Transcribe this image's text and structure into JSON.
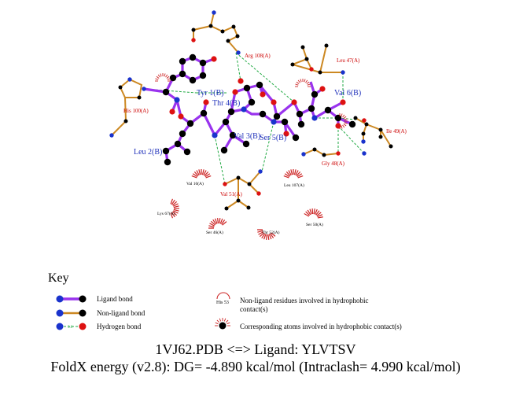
{
  "ligand_labels": {
    "tyr1": "Tyr 1(B)",
    "thr4": "Thr 4(B)",
    "val6": "Val 6(B)",
    "leu2": "Leu 2(B)",
    "val3": "Val 3(B)",
    "ser5": "Ser 5(B)"
  },
  "receptor_labels": {
    "arg108": "Arg 108(A)",
    "leu47": "Leu 47(A)",
    "his100": "His 100(A)",
    "ile49": "Ile 49(A)",
    "gly48": "Gly 48(A)",
    "val51": "Val 51(A)"
  },
  "hydrophobic_labels": {
    "val10": "Val 10(A)",
    "leu107": "Leu 107(A)",
    "lys67": "Lys 67(A)",
    "ser46": "Ser 46(A)",
    "thr52": "Thr 52(A)",
    "ser50": "Ser 50(A)"
  },
  "key": {
    "title": "Key",
    "ligand_bond": "Ligand bond",
    "nonligand_bond": "Non-ligand bond",
    "hbond": "Hydrogen bond",
    "hbond_distance": "3.0",
    "hydrophobic_residue_example": "His 53",
    "hydrophobic_residues_line1": "Non-ligand residues involved in hydrophobic",
    "hydrophobic_residues_line2": "contact(s)",
    "hydrophobic_atoms": "Corresponding atoms involved in hydrophobic contact(s)"
  },
  "footer": {
    "line1": "1VJ62.PDB <=> Ligand: YLVTSV",
    "line2": "FoldX energy (v2.8): DG= -4.890 kcal/mol (Intraclash= 4.990 kcal/mol)"
  },
  "colors": {
    "ligand_bond": "#9933ee",
    "nonligand_bond": "#cc8822",
    "hbond": "#22aa44",
    "nitrogen": "#1a33cc",
    "oxygen": "#dd1111",
    "carbon": "#000000",
    "hydrophobic": "#cc2222"
  }
}
